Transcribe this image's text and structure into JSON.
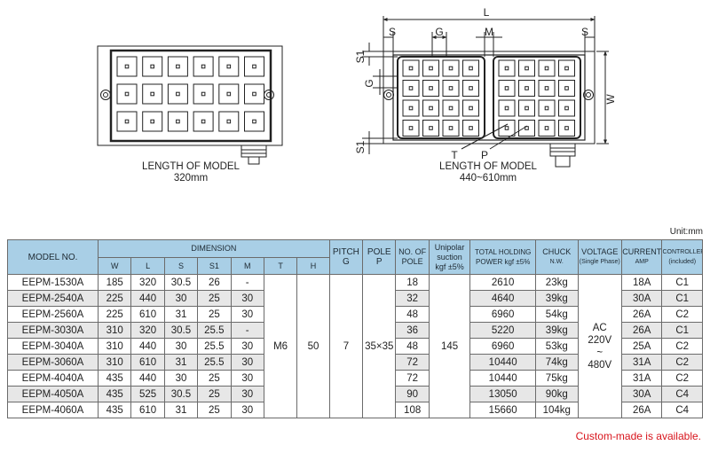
{
  "drawing": {
    "left_caption_title": "LENGTH OF MODEL",
    "left_caption_value": "320mm",
    "right_caption_title": "LENGTH OF MODEL",
    "right_caption_value": "440~610mm",
    "labels": {
      "L": "L",
      "S": "S",
      "G": "G",
      "M": "M",
      "S1": "S1",
      "W": "W",
      "T": "T",
      "P": "P"
    }
  },
  "unit": "Unit:mm",
  "table": {
    "headers": {
      "model_no": "MODEL NO.",
      "dimension": "DIMENSION",
      "dims": [
        "W",
        "L",
        "S",
        "S1",
        "M",
        "T",
        "H"
      ],
      "pitch": "PITCH",
      "pitch_sub": "G",
      "pole": "POLE",
      "pole_sub": "P",
      "no_of_pole_1": "NO. OF",
      "no_of_pole_2": "POLE",
      "suction_1": "Unipolar",
      "suction_2": "suction",
      "suction_3": "kgf ±5%",
      "holding_1": "TOTAL HOLDING",
      "holding_2": "POWER kgf ±5%",
      "chuck": "CHUCK",
      "chuck_sub": "N.W.",
      "voltage": "VOLTAGE",
      "voltage_sub": "(Single Phase)",
      "current": "CURRENT",
      "current_sub": "AMP",
      "controller": "CONTROLLER",
      "controller_sub": "(included)"
    },
    "rows": [
      {
        "model": "EEPM-1530A",
        "w": "185",
        "l": "320",
        "s": "30.5",
        "s1": "26",
        "m": "-",
        "poles": "18",
        "holding": "2610",
        "weight": "23kg",
        "current": "18A",
        "controller": "C1"
      },
      {
        "model": "EEPM-2540A",
        "w": "225",
        "l": "440",
        "s": "30",
        "s1": "25",
        "m": "30",
        "poles": "32",
        "holding": "4640",
        "weight": "39kg",
        "current": "30A",
        "controller": "C1"
      },
      {
        "model": "EEPM-2560A",
        "w": "225",
        "l": "610",
        "s": "31",
        "s1": "25",
        "m": "30",
        "poles": "48",
        "holding": "6960",
        "weight": "54kg",
        "current": "26A",
        "controller": "C2"
      },
      {
        "model": "EEPM-3030A",
        "w": "310",
        "l": "320",
        "s": "30.5",
        "s1": "25.5",
        "m": "-",
        "poles": "36",
        "holding": "5220",
        "weight": "39kg",
        "current": "26A",
        "controller": "C1"
      },
      {
        "model": "EEPM-3040A",
        "w": "310",
        "l": "440",
        "s": "30",
        "s1": "25.5",
        "m": "30",
        "poles": "48",
        "holding": "6960",
        "weight": "53kg",
        "current": "25A",
        "controller": "C2"
      },
      {
        "model": "EEPM-3060A",
        "w": "310",
        "l": "610",
        "s": "31",
        "s1": "25.5",
        "m": "30",
        "poles": "72",
        "holding": "10440",
        "weight": "74kg",
        "current": "31A",
        "controller": "C2"
      },
      {
        "model": "EEPM-4040A",
        "w": "435",
        "l": "440",
        "s": "30",
        "s1": "25",
        "m": "30",
        "poles": "72",
        "holding": "10440",
        "weight": "75kg",
        "current": "31A",
        "controller": "C2"
      },
      {
        "model": "EEPM-4050A",
        "w": "435",
        "l": "525",
        "s": "30.5",
        "s1": "25",
        "m": "30",
        "poles": "90",
        "holding": "13050",
        "weight": "90kg",
        "current": "30A",
        "controller": "C4"
      },
      {
        "model": "EEPM-4060A",
        "w": "435",
        "l": "610",
        "s": "31",
        "s1": "25",
        "m": "30",
        "poles": "108",
        "holding": "15660",
        "weight": "104kg",
        "current": "26A",
        "controller": "C4"
      }
    ],
    "shared": {
      "t": "M6",
      "h": "50",
      "pitch": "7",
      "pole": "35×35",
      "suction": "145",
      "voltage_1": "AC",
      "voltage_2": "220V",
      "voltage_3": "~",
      "voltage_4": "480V"
    }
  },
  "custom_note": "Custom-made is available."
}
